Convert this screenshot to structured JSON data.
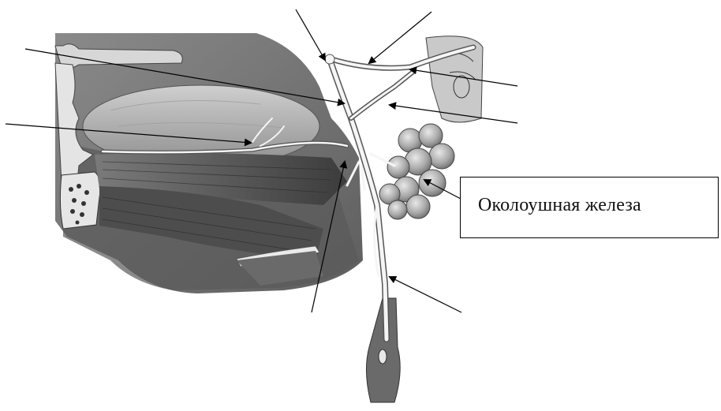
{
  "labels": {
    "parotid": "Околоушная железа"
  },
  "colors": {
    "nerve": "#f7f7f7",
    "nerve_outline": "#555555",
    "muscle_dark": "#3a3a3a",
    "tissue": "#9a9a9a",
    "skin_shadow": "#6d6d6d",
    "bone": "#e6e6e6",
    "gland": "#b8b8b8",
    "arrow": "#000000"
  },
  "structures": {
    "tongue": "tongue",
    "mandible": "mandible",
    "hyoid": "hyoid-bone",
    "styloglossus": "muscle-bundle",
    "parotid_gland": "gland-lobules",
    "ear": "ear-structure",
    "carotid": "artery"
  }
}
